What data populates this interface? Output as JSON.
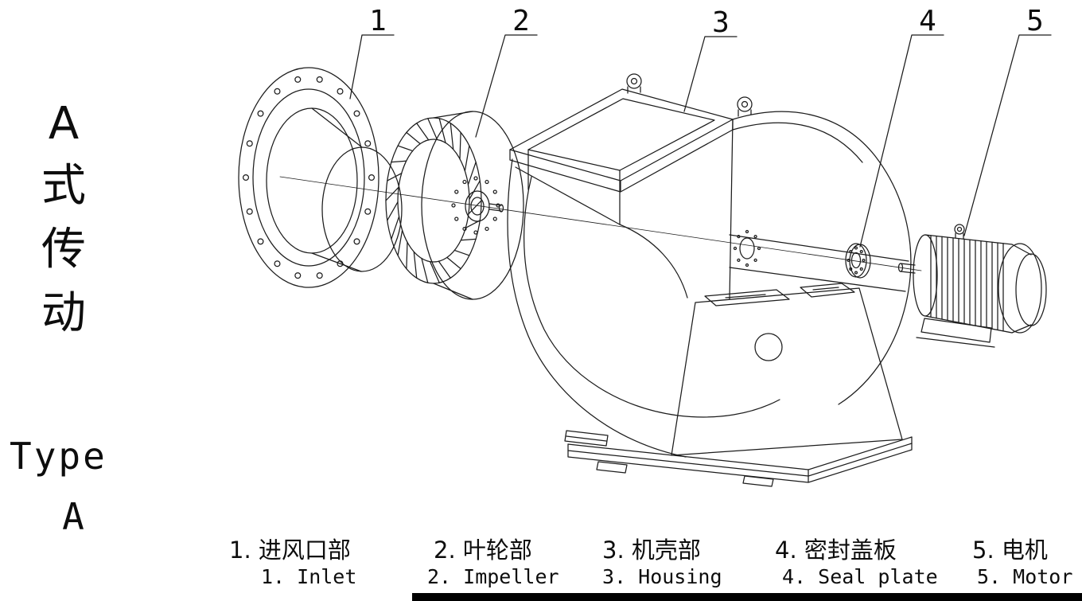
{
  "title": {
    "cn_chars": [
      "A",
      "式",
      "传",
      "动"
    ],
    "en_word": "Type",
    "en_letter": "A"
  },
  "parts": [
    {
      "num": "1",
      "label_cn": "1. 进风口部",
      "label_en": "1. Inlet"
    },
    {
      "num": "2",
      "label_cn": "2. 叶轮部",
      "label_en": "2. Impeller"
    },
    {
      "num": "3",
      "label_cn": "3. 机壳部",
      "label_en": "3. Housing"
    },
    {
      "num": "4",
      "label_cn": "4. 密封盖板",
      "label_en": "4. Seal plate"
    },
    {
      "num": "5",
      "label_cn": "5. 电机",
      "label_en": "5. Motor"
    }
  ],
  "colors": {
    "line": "#1c1c1c",
    "background": "#ffffff",
    "bottom_bar": "#000000"
  }
}
